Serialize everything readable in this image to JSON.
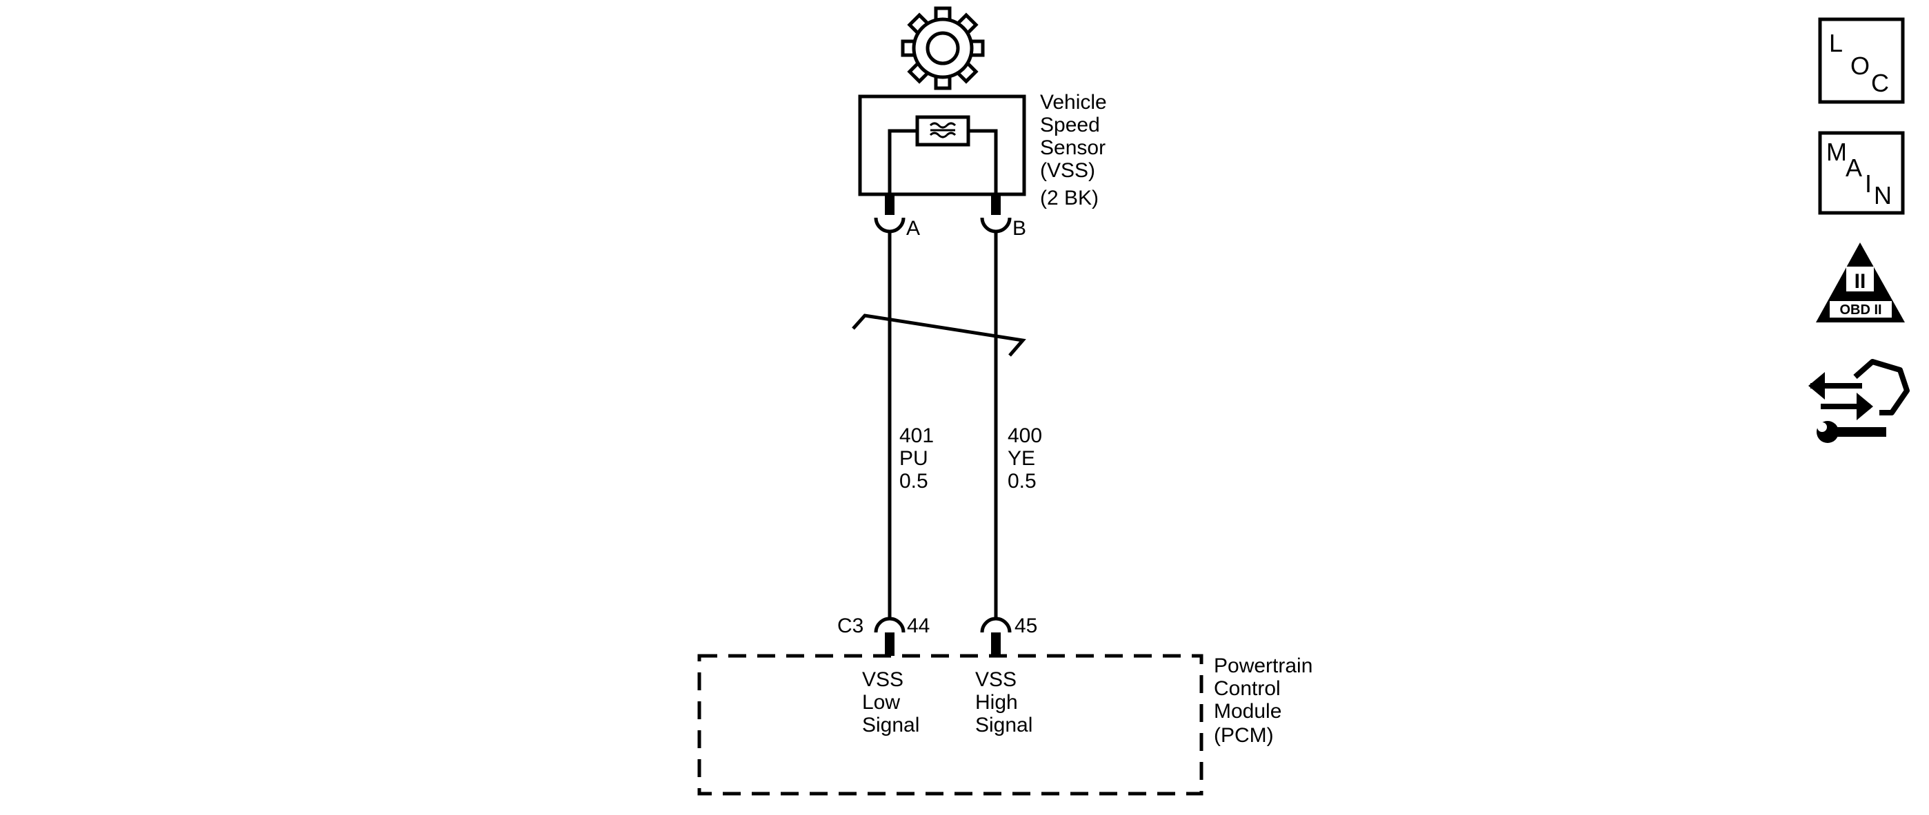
{
  "vss": {
    "lines": [
      "Vehicle",
      "Speed",
      "Sensor",
      "(VSS)",
      "(2 BK)"
    ],
    "pin_a": "A",
    "pin_b": "B"
  },
  "wires": [
    {
      "circuit": "401",
      "color": "PU",
      "gauge": "0.5"
    },
    {
      "circuit": "400",
      "color": "YE",
      "gauge": "0.5"
    }
  ],
  "pcm": {
    "connector": "C3",
    "pin_low": "44",
    "pin_high": "45",
    "low_signal": [
      "VSS",
      "Low",
      "Signal"
    ],
    "high_signal": [
      "VSS",
      "High",
      "Signal"
    ],
    "lines": [
      "Powertrain",
      "Control",
      "Module",
      "(PCM)"
    ]
  },
  "side_icons": {
    "loc": [
      "L",
      "O",
      "C"
    ],
    "main": [
      "M",
      "A",
      "I",
      "N"
    ],
    "obd_numeral": "II",
    "obd": "OBD II",
    "icon_names": [
      "loc-icon",
      "main-icon",
      "obd-ii-icon",
      "connector-repair-icon"
    ]
  }
}
